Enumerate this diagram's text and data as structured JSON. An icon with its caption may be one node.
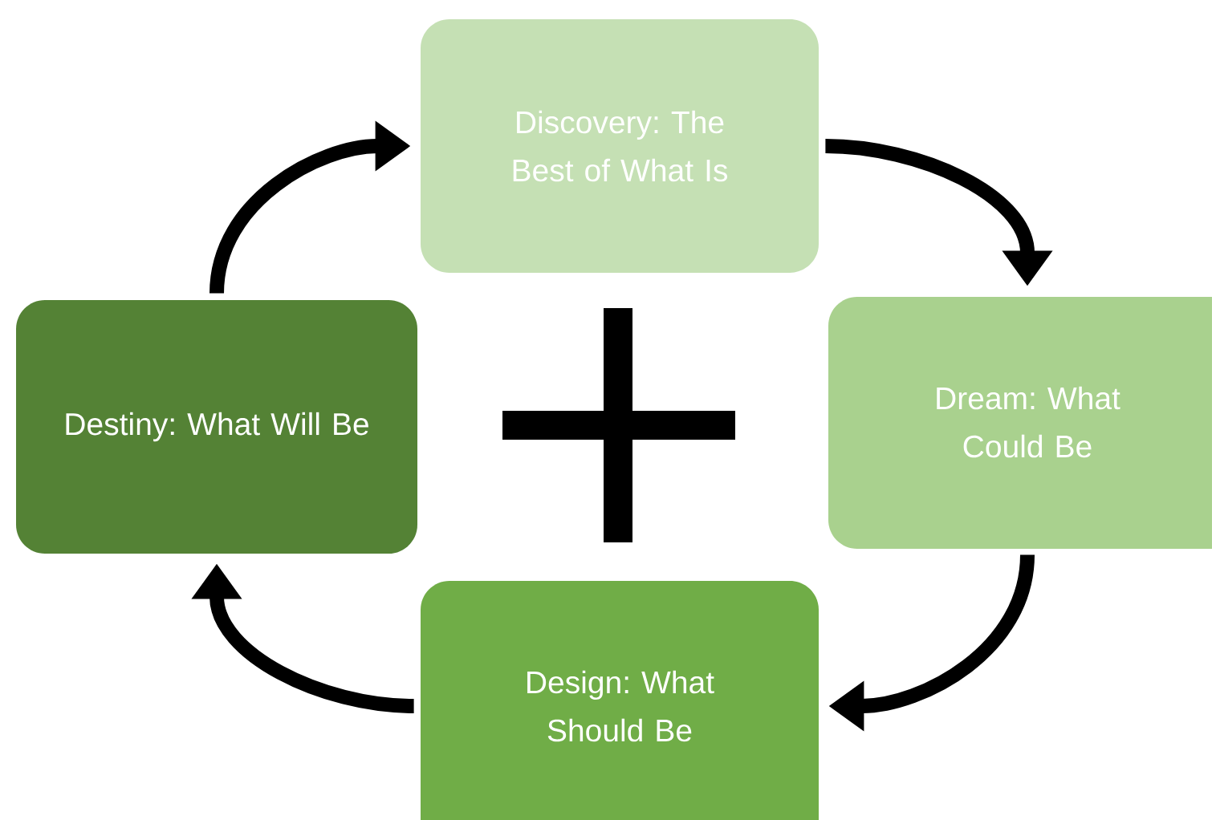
{
  "diagram": {
    "nodes": [
      {
        "text": [
          "Discovery: The Best of What Is"
        ]
      },
      {
        "text": [
          "Dream: What Could Be"
        ]
      },
      {
        "text": [
          "Design: What Should Be"
        ]
      },
      {
        "text": [
          "Destiny: What Will Be"
        ]
      },
      {
        "text": [],
        "shape": "plus"
      }
    ],
    "edges": [
      {
        "from": 3,
        "to": 0,
        "arrow": "to"
      },
      {
        "from": 0,
        "to": 1,
        "arrow": "to"
      },
      {
        "from": 1,
        "to": 2,
        "arrow": "to"
      },
      {
        "from": 2,
        "to": 3,
        "arrow": "to"
      }
    ]
  }
}
